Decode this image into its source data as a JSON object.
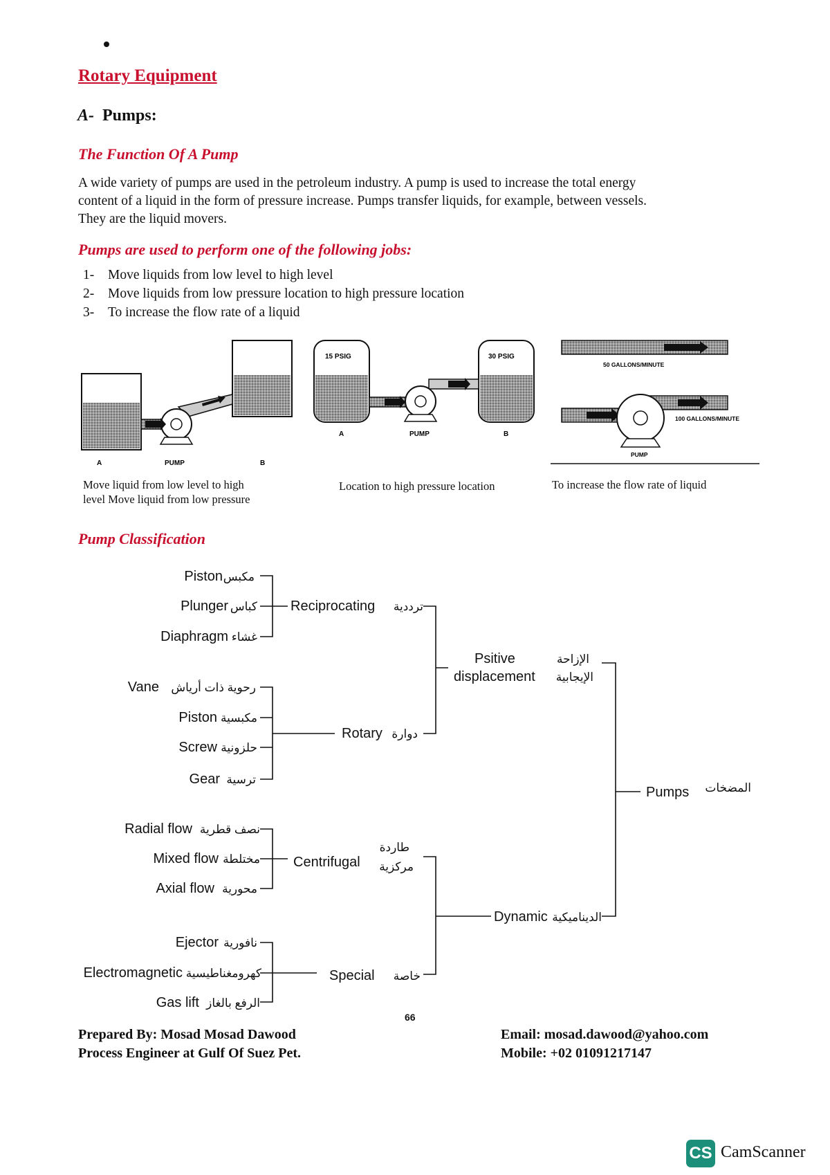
{
  "header": {
    "section_title": "Rotary Equipment",
    "subsection_letter": "A-",
    "subsection_title": "Pumps:"
  },
  "function_section": {
    "heading": "The Function Of A Pump",
    "lines": [
      "A wide variety of pumps are used in the petroleum industry. A pump is used to increase the total energy",
      "content of a liquid in the form of pressure increase. Pumps transfer liquids, for example, between vessels.",
      "They are the liquid movers."
    ]
  },
  "jobs_section": {
    "heading": "Pumps are used to perform one of the following jobs:",
    "items": [
      {
        "num": "1-",
        "text": "Move liquids from low level to high level"
      },
      {
        "num": "2-",
        "text": "Move liquids from low pressure location to high pressure location"
      },
      {
        "num": "3-",
        "text": "To increase the flow rate of a liquid"
      }
    ]
  },
  "illustrations": {
    "fig1": {
      "label_a": "A",
      "label_pump": "PUMP",
      "label_b": "B"
    },
    "fig2": {
      "left_pressure": "15 PSIG",
      "right_pressure": "30 PSIG",
      "label_a": "A",
      "label_pump": "PUMP",
      "label_b": "B"
    },
    "fig3": {
      "top_flow": "50 GALLONS/MINUTE",
      "bottom_flow": "100 GALLONS/MINUTE",
      "label_pump": "PUMP"
    },
    "caption1_line1": "Move liquid from low level to high",
    "caption1_line2": "level    Move liquid from low pressure",
    "caption2": "Location to high pressure location",
    "caption3": "To increase the flow rate of liquid"
  },
  "classification": {
    "heading": "Pump Classification",
    "root": {
      "en": "Pumps",
      "ar": "المضخات"
    },
    "positive": {
      "en_line1": "Psitive",
      "en_line2": "displacement",
      "ar_line1": "الإزاحة",
      "ar_line2": "الإيجابية"
    },
    "dynamic": {
      "en": "Dynamic",
      "ar": "الديناميكية"
    },
    "reciprocating": {
      "en": "Reciprocating",
      "ar": "ترددية",
      "children": [
        {
          "en": "Piston",
          "ar": "مكبس"
        },
        {
          "en": "Plunger",
          "ar": "كباس"
        },
        {
          "en": "Diaphragm",
          "ar": "غشاء"
        }
      ]
    },
    "rotary": {
      "en": "Rotary",
      "ar": "دوارة",
      "children": [
        {
          "en": "Vane",
          "ar": "رحوية ذات أرياش"
        },
        {
          "en": "Piston",
          "ar": "مكبسية"
        },
        {
          "en": "Screw",
          "ar": "حلزونية"
        },
        {
          "en": "Gear",
          "ar": "ترسية"
        }
      ]
    },
    "centrifugal": {
      "en": "Centrifugal",
      "ar_line1": "طاردة",
      "ar_line2": "مركزية",
      "children": [
        {
          "en": "Radial flow",
          "ar": "نصف قطرية"
        },
        {
          "en": "Mixed flow",
          "ar": "مختلطة"
        },
        {
          "en": "Axial flow",
          "ar": "محورية"
        }
      ]
    },
    "special": {
      "en": "Special",
      "ar": "خاصة",
      "children": [
        {
          "en": "Ejector",
          "ar": "نافورية"
        },
        {
          "en": "Electromagnetic",
          "ar": "كهرومغناطيسية"
        },
        {
          "en": "Gas lift",
          "ar": "الرفع بالغاز"
        }
      ]
    }
  },
  "page_number": "66",
  "footer": {
    "prepared_by": "Prepared By: Mosad Mosad Dawood",
    "role": "Process Engineer at Gulf Of Suez Pet.",
    "email": "Email: mosad.dawood@yahoo.com",
    "mobile": "Mobile: +02 01091217147"
  },
  "watermark": {
    "badge": "CS",
    "label": "CamScanner"
  }
}
